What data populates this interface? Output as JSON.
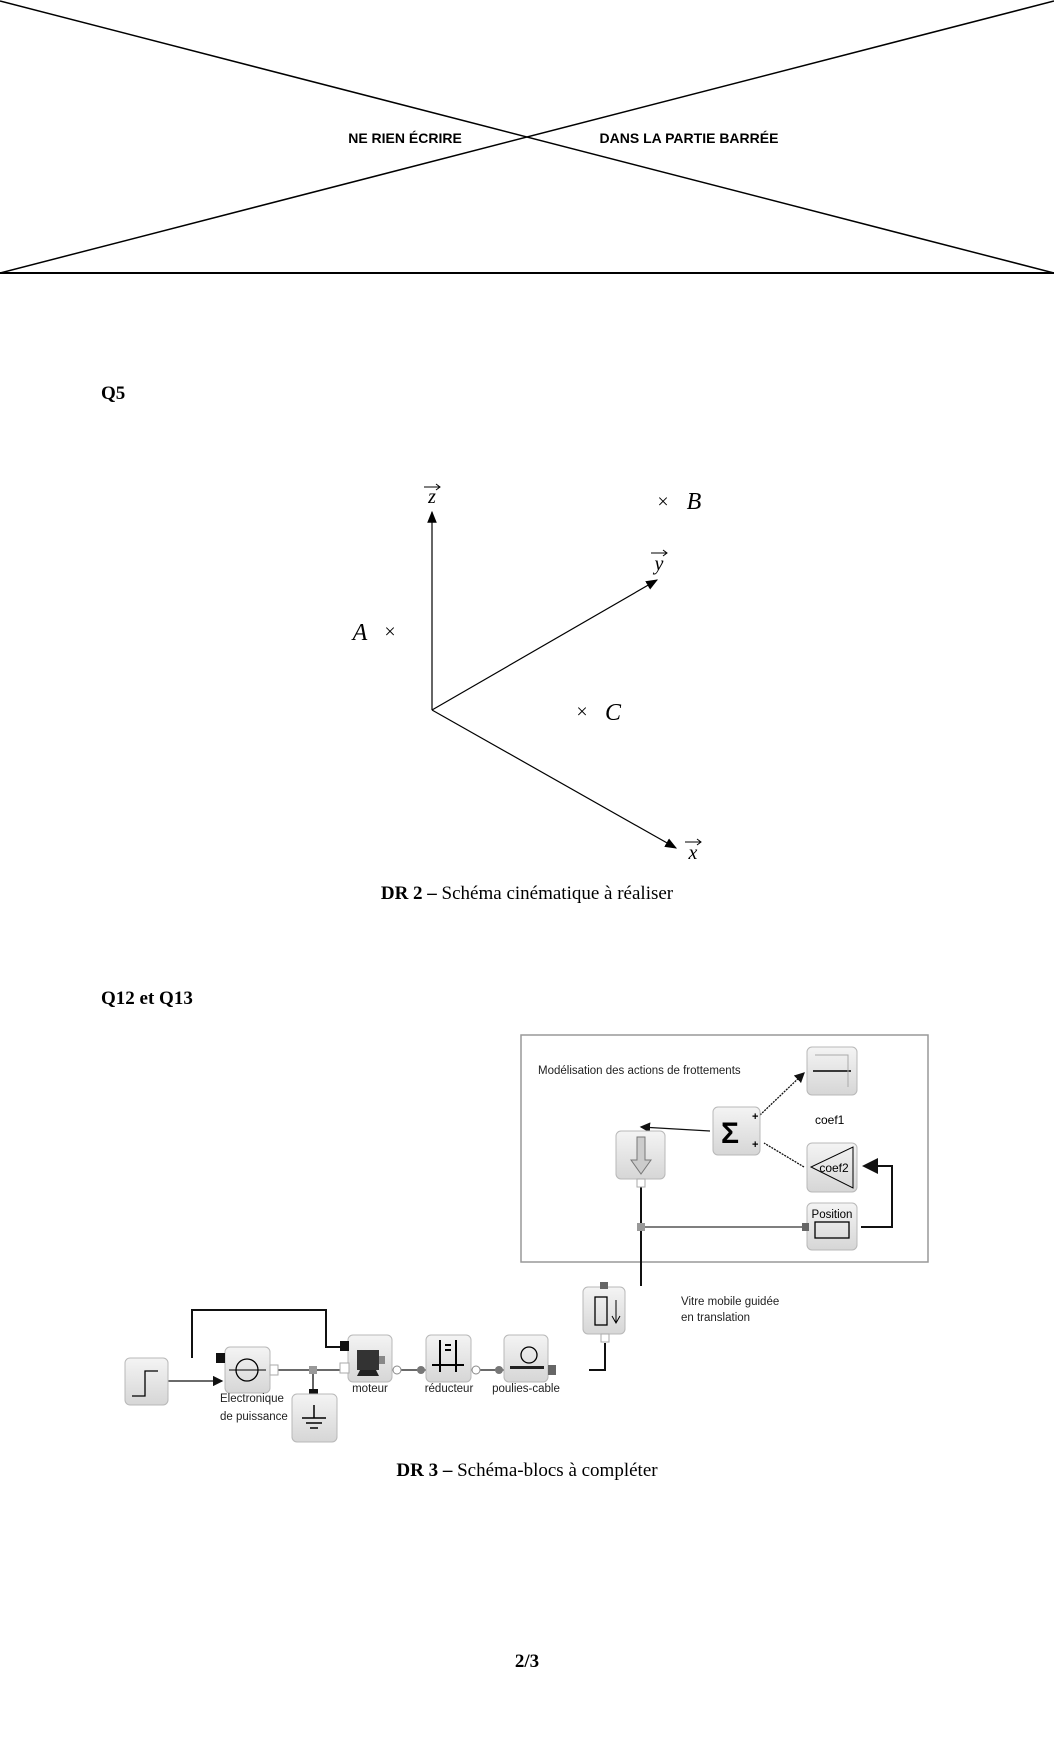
{
  "header": {
    "left_text": "NE RIEN ÉCRIRE",
    "right_text": "DANS LA PARTIE BARRÉE"
  },
  "q5": {
    "label": "Q5",
    "axes": {
      "z": "z",
      "y": "y",
      "x": "x"
    },
    "points": {
      "A": "A",
      "B": "B",
      "C": "C",
      "mark": "×"
    },
    "caption_bold": "DR 2 –",
    "caption_text": " Schéma cinématique à réaliser"
  },
  "q12": {
    "label": "Q12 et Q13",
    "diagram": {
      "group_title": "Modélisation des actions de frottements",
      "coef1": "coef1",
      "coef2": "coef2",
      "position": "Position",
      "sum_symbol": "Σ",
      "plus": "+",
      "vitre_line1": "Vitre mobile guidée",
      "vitre_line2": "en translation",
      "elec_line1": "Electronique",
      "elec_line2": "de puissance",
      "moteur": "moteur",
      "reducteur": "réducteur",
      "poulies": "poulies-cable"
    },
    "caption_bold": "DR 3 –",
    "caption_text": " Schéma-blocs à compléter"
  },
  "footer": {
    "page": "2/3"
  }
}
